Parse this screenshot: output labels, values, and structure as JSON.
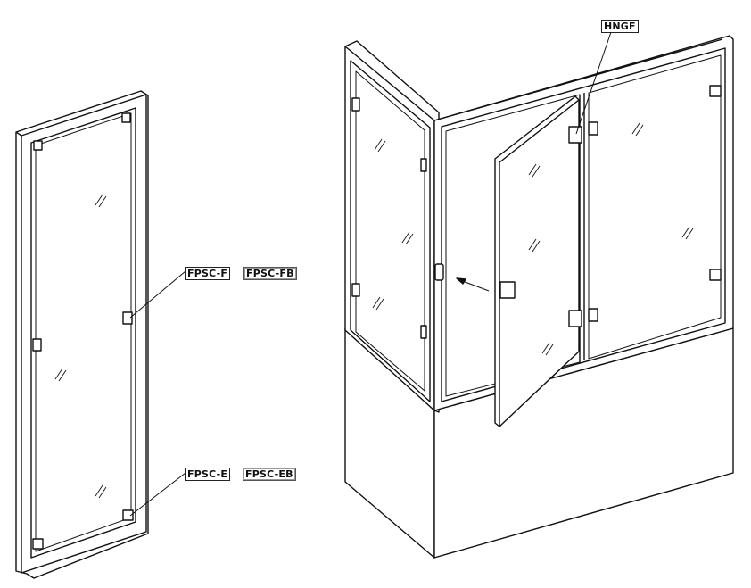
{
  "labels": {
    "hinge": "HNGF",
    "clip_f": "FPSC-F",
    "clip_fb": "FPSC-FB",
    "clip_e": "FPSC-E",
    "clip_eb": "FPSC-EB"
  },
  "glass_mark": "//"
}
